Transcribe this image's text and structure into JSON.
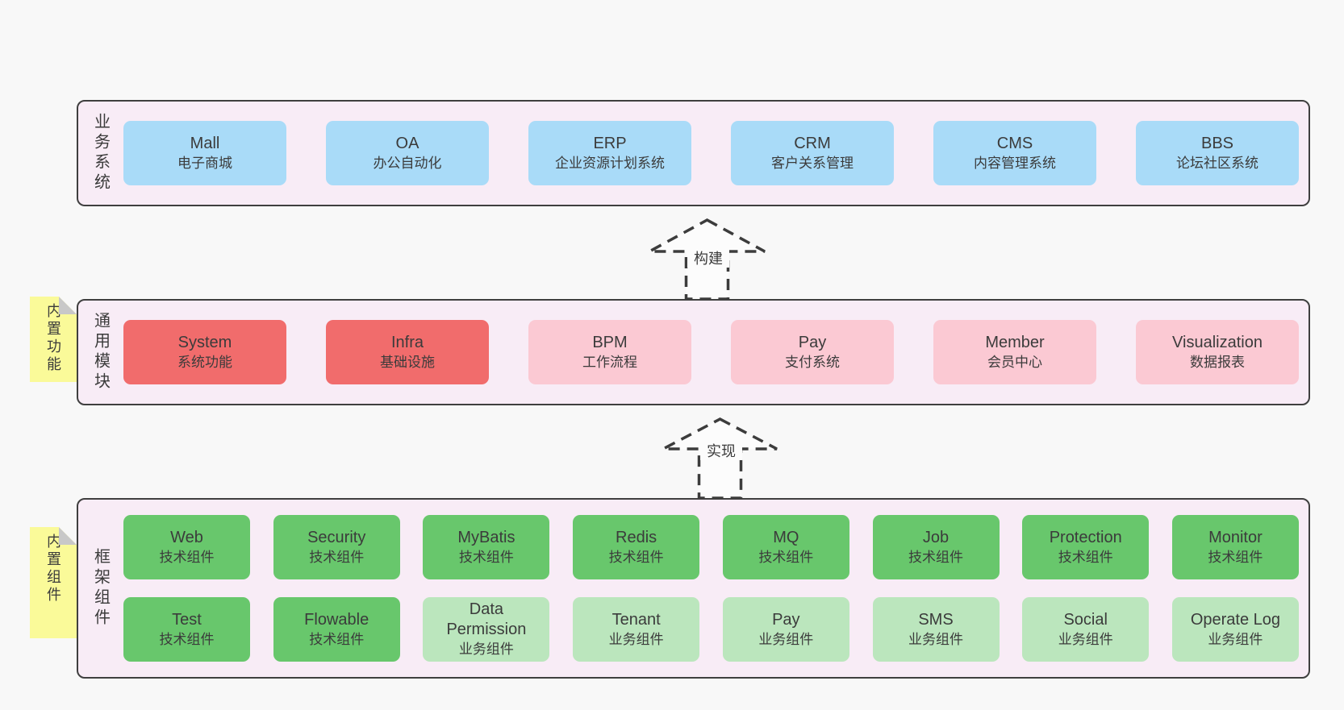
{
  "palette": {
    "background": "#f8f8f8",
    "panel_fill": "#f8ecf6",
    "panel_border": "#3f3f3f",
    "blue_box": "#a9dbf8",
    "red_box": "#f16c6c",
    "pink_box": "#fbc9d3",
    "green_box": "#68c76c",
    "light_green_box": "#bbe6bd",
    "note_yellow": "#fafa99",
    "note_fold_gray": "#c8c8c8",
    "text": "#3b3b3b"
  },
  "layers": [
    {
      "label": "业务系统",
      "boxes": [
        {
          "en": "Mall",
          "zh": "电子商城",
          "variant": "blue"
        },
        {
          "en": "OA",
          "zh": "办公自动化",
          "variant": "blue"
        },
        {
          "en": "ERP",
          "zh": "企业资源计划系统",
          "variant": "blue"
        },
        {
          "en": "CRM",
          "zh": "客户关系管理",
          "variant": "blue"
        },
        {
          "en": "CMS",
          "zh": "内容管理系统",
          "variant": "blue"
        },
        {
          "en": "BBS",
          "zh": "论坛社区系统",
          "variant": "blue"
        }
      ]
    },
    {
      "label": "通用模块",
      "note": "内置功能",
      "boxes": [
        {
          "en": "System",
          "zh": "系统功能",
          "variant": "red"
        },
        {
          "en": "Infra",
          "zh": "基础设施",
          "variant": "red"
        },
        {
          "en": "BPM",
          "zh": "工作流程",
          "variant": "pink"
        },
        {
          "en": "Pay",
          "zh": "支付系统",
          "variant": "pink"
        },
        {
          "en": "Member",
          "zh": "会员中心",
          "variant": "pink"
        },
        {
          "en": "Visualization",
          "zh": "数据报表",
          "variant": "pink"
        }
      ]
    },
    {
      "label": "框架组件",
      "note": "内置组件",
      "rows": [
        [
          {
            "en": "Web",
            "zh": "技术组件",
            "variant": "green"
          },
          {
            "en": "Security",
            "zh": "技术组件",
            "variant": "green"
          },
          {
            "en": "MyBatis",
            "zh": "技术组件",
            "variant": "green"
          },
          {
            "en": "Redis",
            "zh": "技术组件",
            "variant": "green"
          },
          {
            "en": "MQ",
            "zh": "技术组件",
            "variant": "green"
          },
          {
            "en": "Job",
            "zh": "技术组件",
            "variant": "green"
          },
          {
            "en": "Protection",
            "zh": "技术组件",
            "variant": "green"
          },
          {
            "en": "Monitor",
            "zh": "技术组件",
            "variant": "green"
          }
        ],
        [
          {
            "en": "Test",
            "zh": "技术组件",
            "variant": "green"
          },
          {
            "en": "Flowable",
            "zh": "技术组件",
            "variant": "green"
          },
          {
            "en": "Data Permission",
            "zh": "业务组件",
            "variant": "light_green"
          },
          {
            "en": "Tenant",
            "zh": "业务组件",
            "variant": "light_green"
          },
          {
            "en": "Pay",
            "zh": "业务组件",
            "variant": "light_green"
          },
          {
            "en": "SMS",
            "zh": "业务组件",
            "variant": "light_green"
          },
          {
            "en": "Social",
            "zh": "业务组件",
            "variant": "light_green"
          },
          {
            "en": "Operate Log",
            "zh": "业务组件",
            "variant": "light_green"
          }
        ]
      ]
    }
  ],
  "arrows": [
    {
      "label": "构建"
    },
    {
      "label": "实现"
    }
  ]
}
